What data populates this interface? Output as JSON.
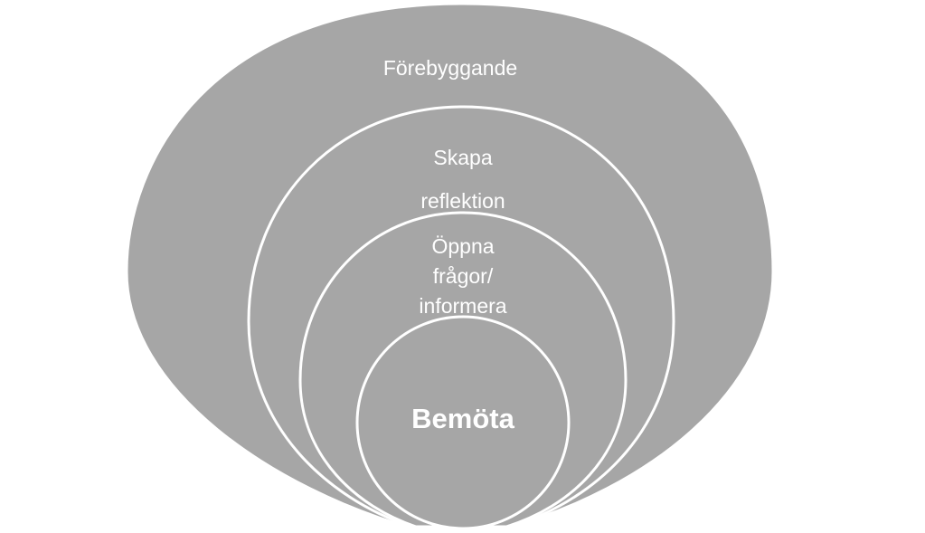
{
  "diagram": {
    "fill_color": "#a6a6a6",
    "stroke_color": "#ffffff",
    "levels": [
      {
        "lines": [
          "Förebyggande"
        ]
      },
      {
        "lines": [
          "Skapa",
          "reflektion"
        ]
      },
      {
        "lines": [
          "Öppna",
          "frågor/",
          "informera"
        ]
      },
      {
        "lines": [
          "Bemöta"
        ]
      }
    ]
  }
}
